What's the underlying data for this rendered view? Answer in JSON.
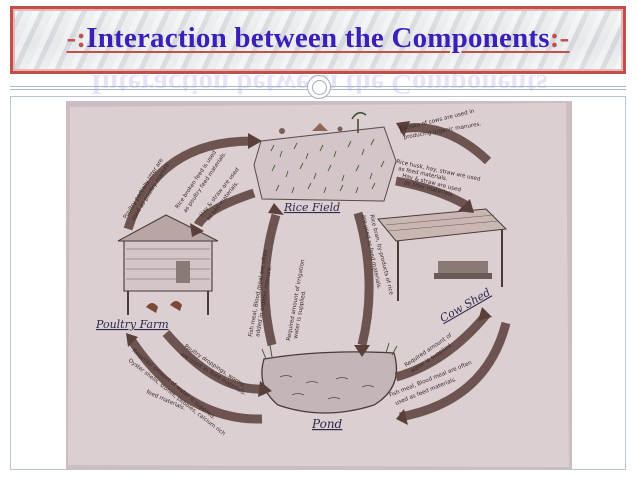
{
  "title": {
    "prefix": "-:",
    "text": "Interaction between the Components",
    "suffix": ":-"
  },
  "diagram": {
    "nodes": {
      "rice_field": "Rice Field",
      "cow_shed": "Cow Shed",
      "pond": "Pond",
      "poultry_farm": "Poultry Farm"
    },
    "arrows": {
      "cow_to_rice": [
        "Excreta of cows are used in",
        "producing organic manures."
      ],
      "rice_to_cow_1": [
        "Rice husk, hay, straw are used",
        "as feed materials."
      ],
      "rice_to_cow_2": [
        "Hay & straw are used",
        "as litter materials."
      ],
      "poultry_to_rice": [
        "Poultry partially litter are",
        "used as poultry manure."
      ],
      "rice_to_poultry_1": [
        "Rice broken feed is used",
        "as poultry feed materials."
      ],
      "rice_to_poultry_2": [
        "Hay & straw are used",
        "as bed materials."
      ],
      "rice_to_pond": [
        "Rice bran, by-products of rice",
        "are used as feed materials."
      ],
      "pond_to_rice_1": [
        "Fish meal, Blood meal are often",
        "added in organic manure."
      ],
      "pond_to_rice_2": [
        "Required amount of irrigation",
        "water is supplied."
      ],
      "poultry_to_pond": [
        "Poultry droppings, worms",
        "are used as feed materials."
      ],
      "pond_to_poultry": [
        "Required amount of water is supplied.",
        "Oyster shells, stones, pebbles, calcium rich",
        "feed materials."
      ],
      "pond_to_cow_1": [
        "Required amount of",
        "water is supplied."
      ],
      "pond_to_cow_2": [
        "Fish meal, Blood meal are often",
        "used as feed materials."
      ]
    }
  },
  "colors": {
    "title_text": "#3d1fb8",
    "title_border": "#c0504d",
    "arrow_fill": "#5a3f3a",
    "paper": "#d8cacd"
  }
}
